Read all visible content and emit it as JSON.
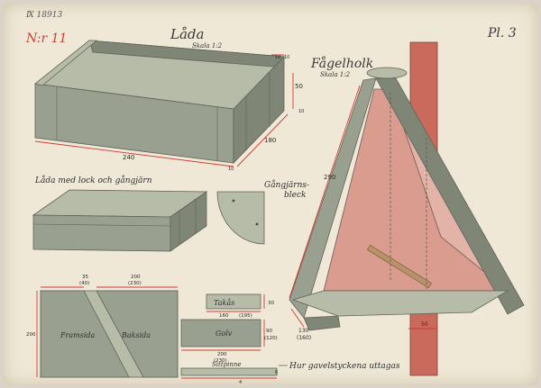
{
  "plate": {
    "stamp": "Ⅸ 18913",
    "number": "N:r 11",
    "plate_label": "Pl. 3"
  },
  "lada": {
    "title": "Låda",
    "scale": "Skala 1:2",
    "dims": {
      "length": "240",
      "depth": "180",
      "height": "50",
      "t_top_a": "10",
      "t_top_b": "10",
      "t_right": "10",
      "t_bottom": "10"
    }
  },
  "lada_lock": {
    "caption": "Låda med lock och gångjärn"
  },
  "hinge": {
    "caption_line1": "Gångjärns-",
    "caption_line2": "bleck"
  },
  "fagelholk": {
    "title": "Fågelholk",
    "scale": "Skala 1:2",
    "dims": {
      "height": "290",
      "base_width": "130",
      "base_width_alt": "(160)",
      "perch": "50"
    }
  },
  "gable_sheet": {
    "dim_top_left": "35",
    "dim_top_left_alt": "(40)",
    "dim_top_right": "200",
    "dim_top_right_alt": "(230)",
    "dim_left": "200",
    "label_front": "Framsida",
    "label_back": "Baksida"
  },
  "parts": {
    "roof_label": "Takås",
    "roof_dim_width": "160",
    "roof_dim_width_alt": "(195)",
    "roof_dim_height": "30",
    "floor_label": "Golv",
    "floor_dim_height": "90",
    "floor_dim_height_alt": "(120)",
    "floor_dim_width": "200",
    "floor_dim_width_alt": "(230)",
    "perch_label": "Sittpinne",
    "perch_dim": "6",
    "perch_dim_side": "4"
  },
  "footnote": "Hur gavelstyckena uttagas"
}
